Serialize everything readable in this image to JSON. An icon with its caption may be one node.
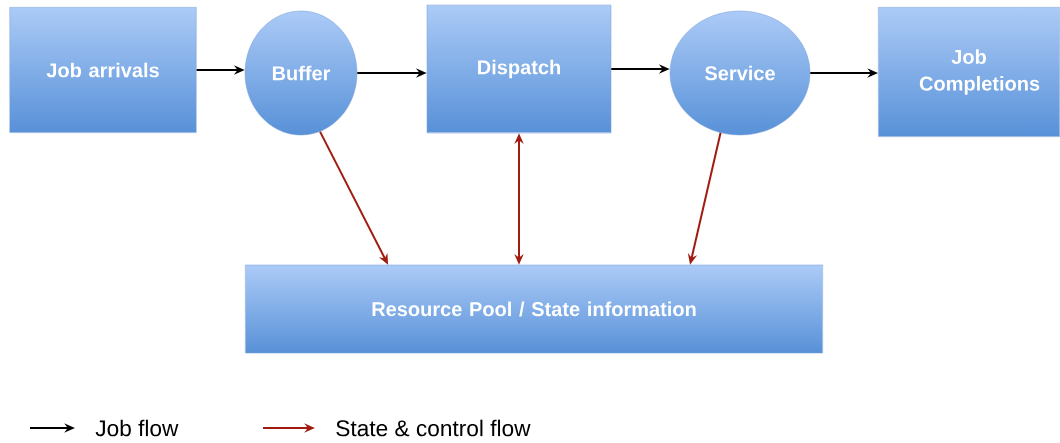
{
  "diagram": {
    "nodes": [
      {
        "text": [
          "Job arrivals"
        ]
      },
      {
        "text": [
          "Buffer"
        ]
      },
      {
        "text": [
          "Dispatch"
        ]
      },
      {
        "text": [
          "Service"
        ]
      },
      {
        "text": [
          "Job Completions"
        ]
      },
      {
        "text": [
          "Resource Pool / State information"
        ]
      }
    ],
    "edges": [
      {
        "from": 0,
        "to": 1,
        "arrow": "to"
      },
      {
        "from": 1,
        "to": 2,
        "arrow": "to"
      },
      {
        "from": 2,
        "to": 3,
        "arrow": "to"
      },
      {
        "from": 3,
        "to": 4,
        "arrow": "to"
      },
      {
        "from": 1,
        "to": 5,
        "arrow": "to",
        "color": "#a01c10"
      },
      {
        "from": 2,
        "to": 5,
        "arrow": "both",
        "color": "#a01c10"
      },
      {
        "from": 3,
        "to": 5,
        "arrow": "to",
        "color": "#a01c10"
      }
    ],
    "legend": [
      {
        "text": "Job flow"
      },
      {
        "text": "State & control flow"
      }
    ]
  }
}
